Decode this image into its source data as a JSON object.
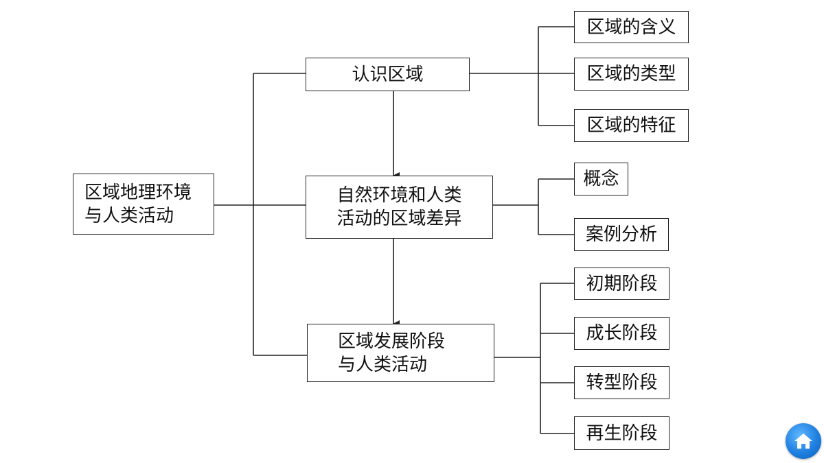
{
  "diagram": {
    "root": {
      "lines": [
        "区域地理环境",
        "与人类活动"
      ]
    },
    "mid_nodes": [
      {
        "id": "recognize",
        "lines": [
          "认识区域"
        ],
        "children": [
          "区域的含义",
          "区域的类型",
          "区域的特征"
        ]
      },
      {
        "id": "difference",
        "lines": [
          "自然环境和人类",
          "活动的区域差异"
        ],
        "children": [
          "概念",
          "案例分析"
        ]
      },
      {
        "id": "development",
        "lines": [
          "区域发展阶段",
          "与人类活动"
        ],
        "children": [
          "初期阶段",
          "成长阶段",
          "转型阶段",
          "再生阶段"
        ]
      }
    ]
  },
  "home_icon": "home-icon",
  "colors": {
    "line": "#222222",
    "home_button": "#1f7fe0"
  }
}
